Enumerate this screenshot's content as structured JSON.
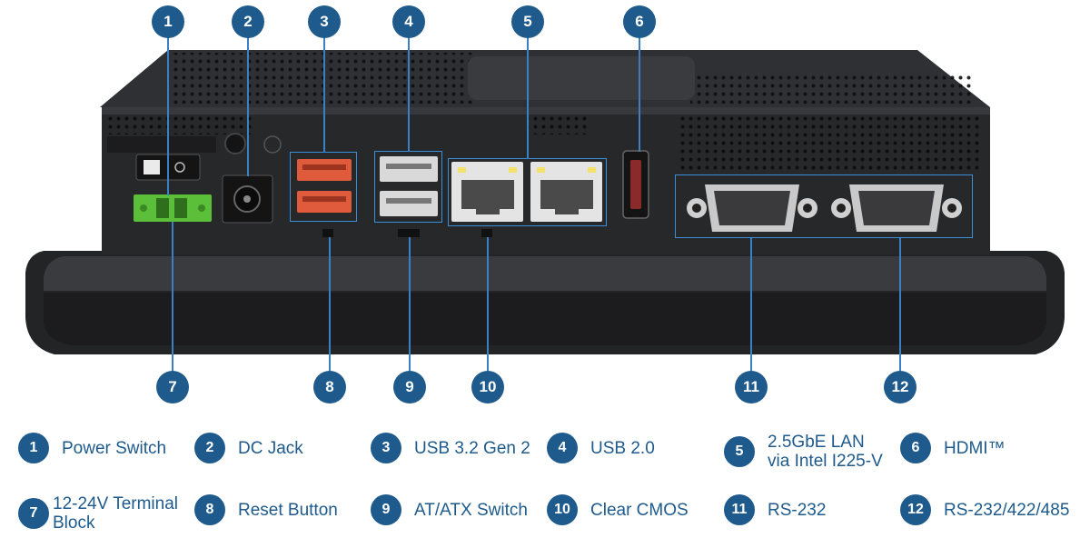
{
  "colors": {
    "badge": "#1e5a8c",
    "leader_line": "#3b7fc4",
    "highlight": "#3b8fd8",
    "label_text": "#1e5a8c",
    "chassis": "#2b2c2e",
    "terminal_block": "#5cbf3a",
    "usb32_port": "#e05a3c"
  },
  "callouts": [
    {
      "num": "1",
      "label": "Power Switch"
    },
    {
      "num": "2",
      "label": "DC Jack"
    },
    {
      "num": "3",
      "label": "USB 3.2 Gen 2"
    },
    {
      "num": "4",
      "label": "USB 2.0"
    },
    {
      "num": "5",
      "label": "2.5GbE LAN",
      "label2": "via Intel I225-V"
    },
    {
      "num": "6",
      "label": "HDMI™"
    },
    {
      "num": "7",
      "label": "12-24V Terminal",
      "label2": "Block"
    },
    {
      "num": "8",
      "label": "Reset Button"
    },
    {
      "num": "9",
      "label": "AT/ATX Switch"
    },
    {
      "num": "10",
      "label": "Clear CMOS"
    },
    {
      "num": "11",
      "label": "RS-232"
    },
    {
      "num": "12",
      "label": "RS-232/422/485"
    }
  ]
}
